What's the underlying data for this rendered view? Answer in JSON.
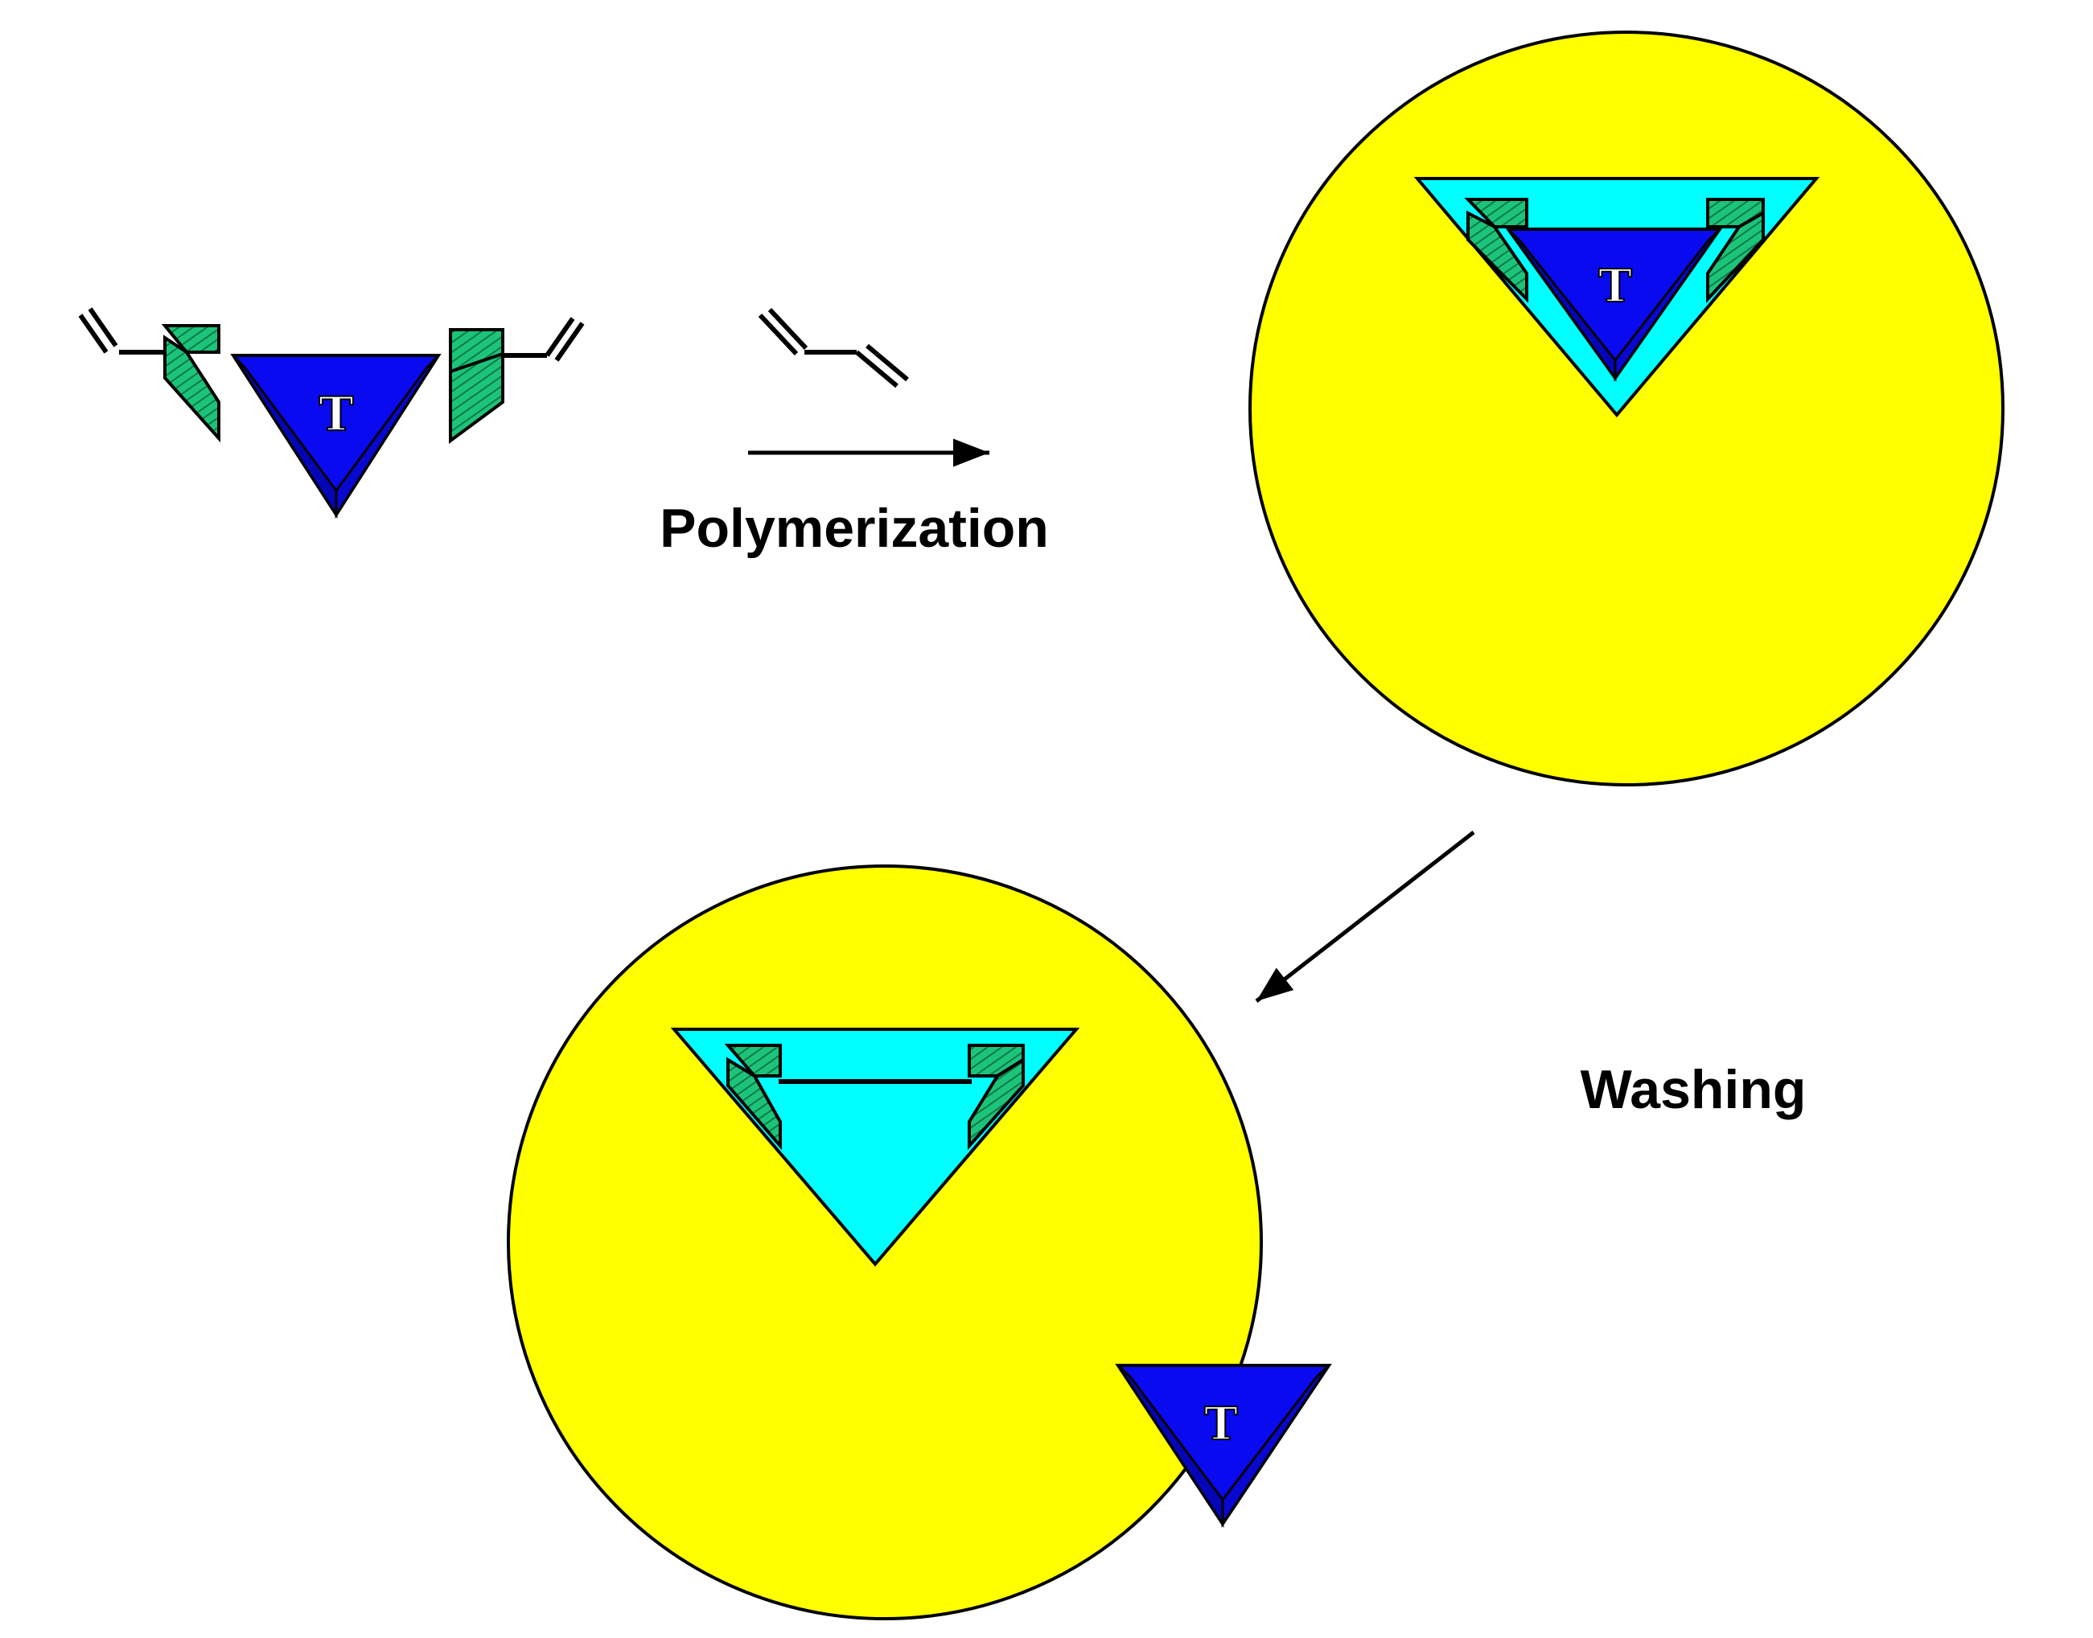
{
  "labels": {
    "step1": "Polymerization",
    "step2": "Washing"
  },
  "template_glyph": "T",
  "colors": {
    "polymer": "#ffff00",
    "template": "#0a0af0",
    "cavity": "#00ffff",
    "monomer": "#1cc47a",
    "outline": "#000000"
  }
}
